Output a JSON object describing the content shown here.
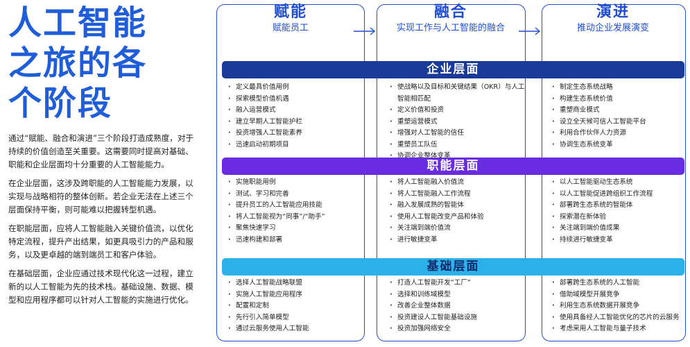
{
  "title_lines": [
    "人工智能",
    "之旅的各",
    "个阶段"
  ],
  "paragraphs": [
    "通过“赋能、融合和演进”三个阶段打造成熟度，对于持续的价值创造至关重要。这需要同时提高对基础、职能和企业层面均十分重要的人工智能能力。",
    "在企业层面，这涉及跨职能的人工智能能力发展，以实现与战略相符的整体创新。若企业无法在上述三个层面保持平衡，则可能难以把握转型机遇。",
    "在职能层面，应将人工智能融入关键价值流，以优化特定流程，提升产出结果，如更具吸引力的产品和服务，以及更卓越的端到端员工和客户体验。",
    "在基础层面，企业应通过技术现代化这一过程，建立新的以人工智能为先的技术栈。基础设施、数据、模型和应用程序都可以针对人工智能的实施进行优化。"
  ],
  "stages": [
    {
      "name": "赋能",
      "sub": "赋能员工"
    },
    {
      "name": "融合",
      "sub": "实现工作与人工智能的融合"
    },
    {
      "name": "演进",
      "sub": "推动企业发展演变"
    }
  ],
  "layers": [
    {
      "title": "企业层面",
      "cols": [
        [
          "定义最具价值用例",
          "探索模型价值机遇",
          "融入运营模式",
          "建立早期人工智能护栏",
          "投资增强人工智能素养",
          "迅速启动初期项目"
        ],
        [
          "使战略以及目标和关键结果（OKR）与人工智能相匹配",
          "定义价值和投资",
          "重塑运营模式",
          "增强对人工智能的信任",
          "重塑员工队伍",
          "协调企业整体变革"
        ],
        [
          "制定生态系统战略",
          "构建生态系统价值",
          "重塑商业模式",
          "设立全天候可信人工智能平台",
          "利用合作伙伴人力资源",
          "协调生态系统变革"
        ]
      ]
    },
    {
      "title": "职能层面",
      "cols": [
        [
          "实施职能用例",
          "测试、学习和完善",
          "提升员工的人工智能应用技能",
          "将人工智能视为“同事”/“助手”",
          "聚焦快速学习",
          "迅速构建和部署"
        ],
        [
          "将人工智能融入价值流",
          "将人工智能融入工作流程",
          "融入发展成熟的智能体",
          "使用人工智能改变产品和体验",
          "关注端到端价值流",
          "进行敏捷变革"
        ],
        [
          "以人工智能驱动生态系统",
          "以人工智能促进跨组织工作流程",
          "部署跨生态系统的智能体",
          "探索潜在新体验",
          "关注端到端价值成果",
          "持续进行敏捷变革"
        ]
      ]
    },
    {
      "title": "基础层面",
      "cols": [
        [
          "选择人工智能战略联盟",
          "实施人工智能应用程序",
          "配置和定制",
          "先行引入简单模型",
          "通过云服务使用人工智能"
        ],
        [
          "打造人工智能开发“工厂”",
          "选择和训练域模型",
          "改善企业整体数据",
          "投资建设人工智能基础设施",
          "投资加强网络安全"
        ],
        [
          "部署跨生态系统的人工智能",
          "借助域模型开展竞争",
          "利用生态系统数据开展竞争",
          "使用具备经人工智能优化的芯片的云服务",
          "考虑采用人工智能与量子技术"
        ]
      ]
    }
  ]
}
